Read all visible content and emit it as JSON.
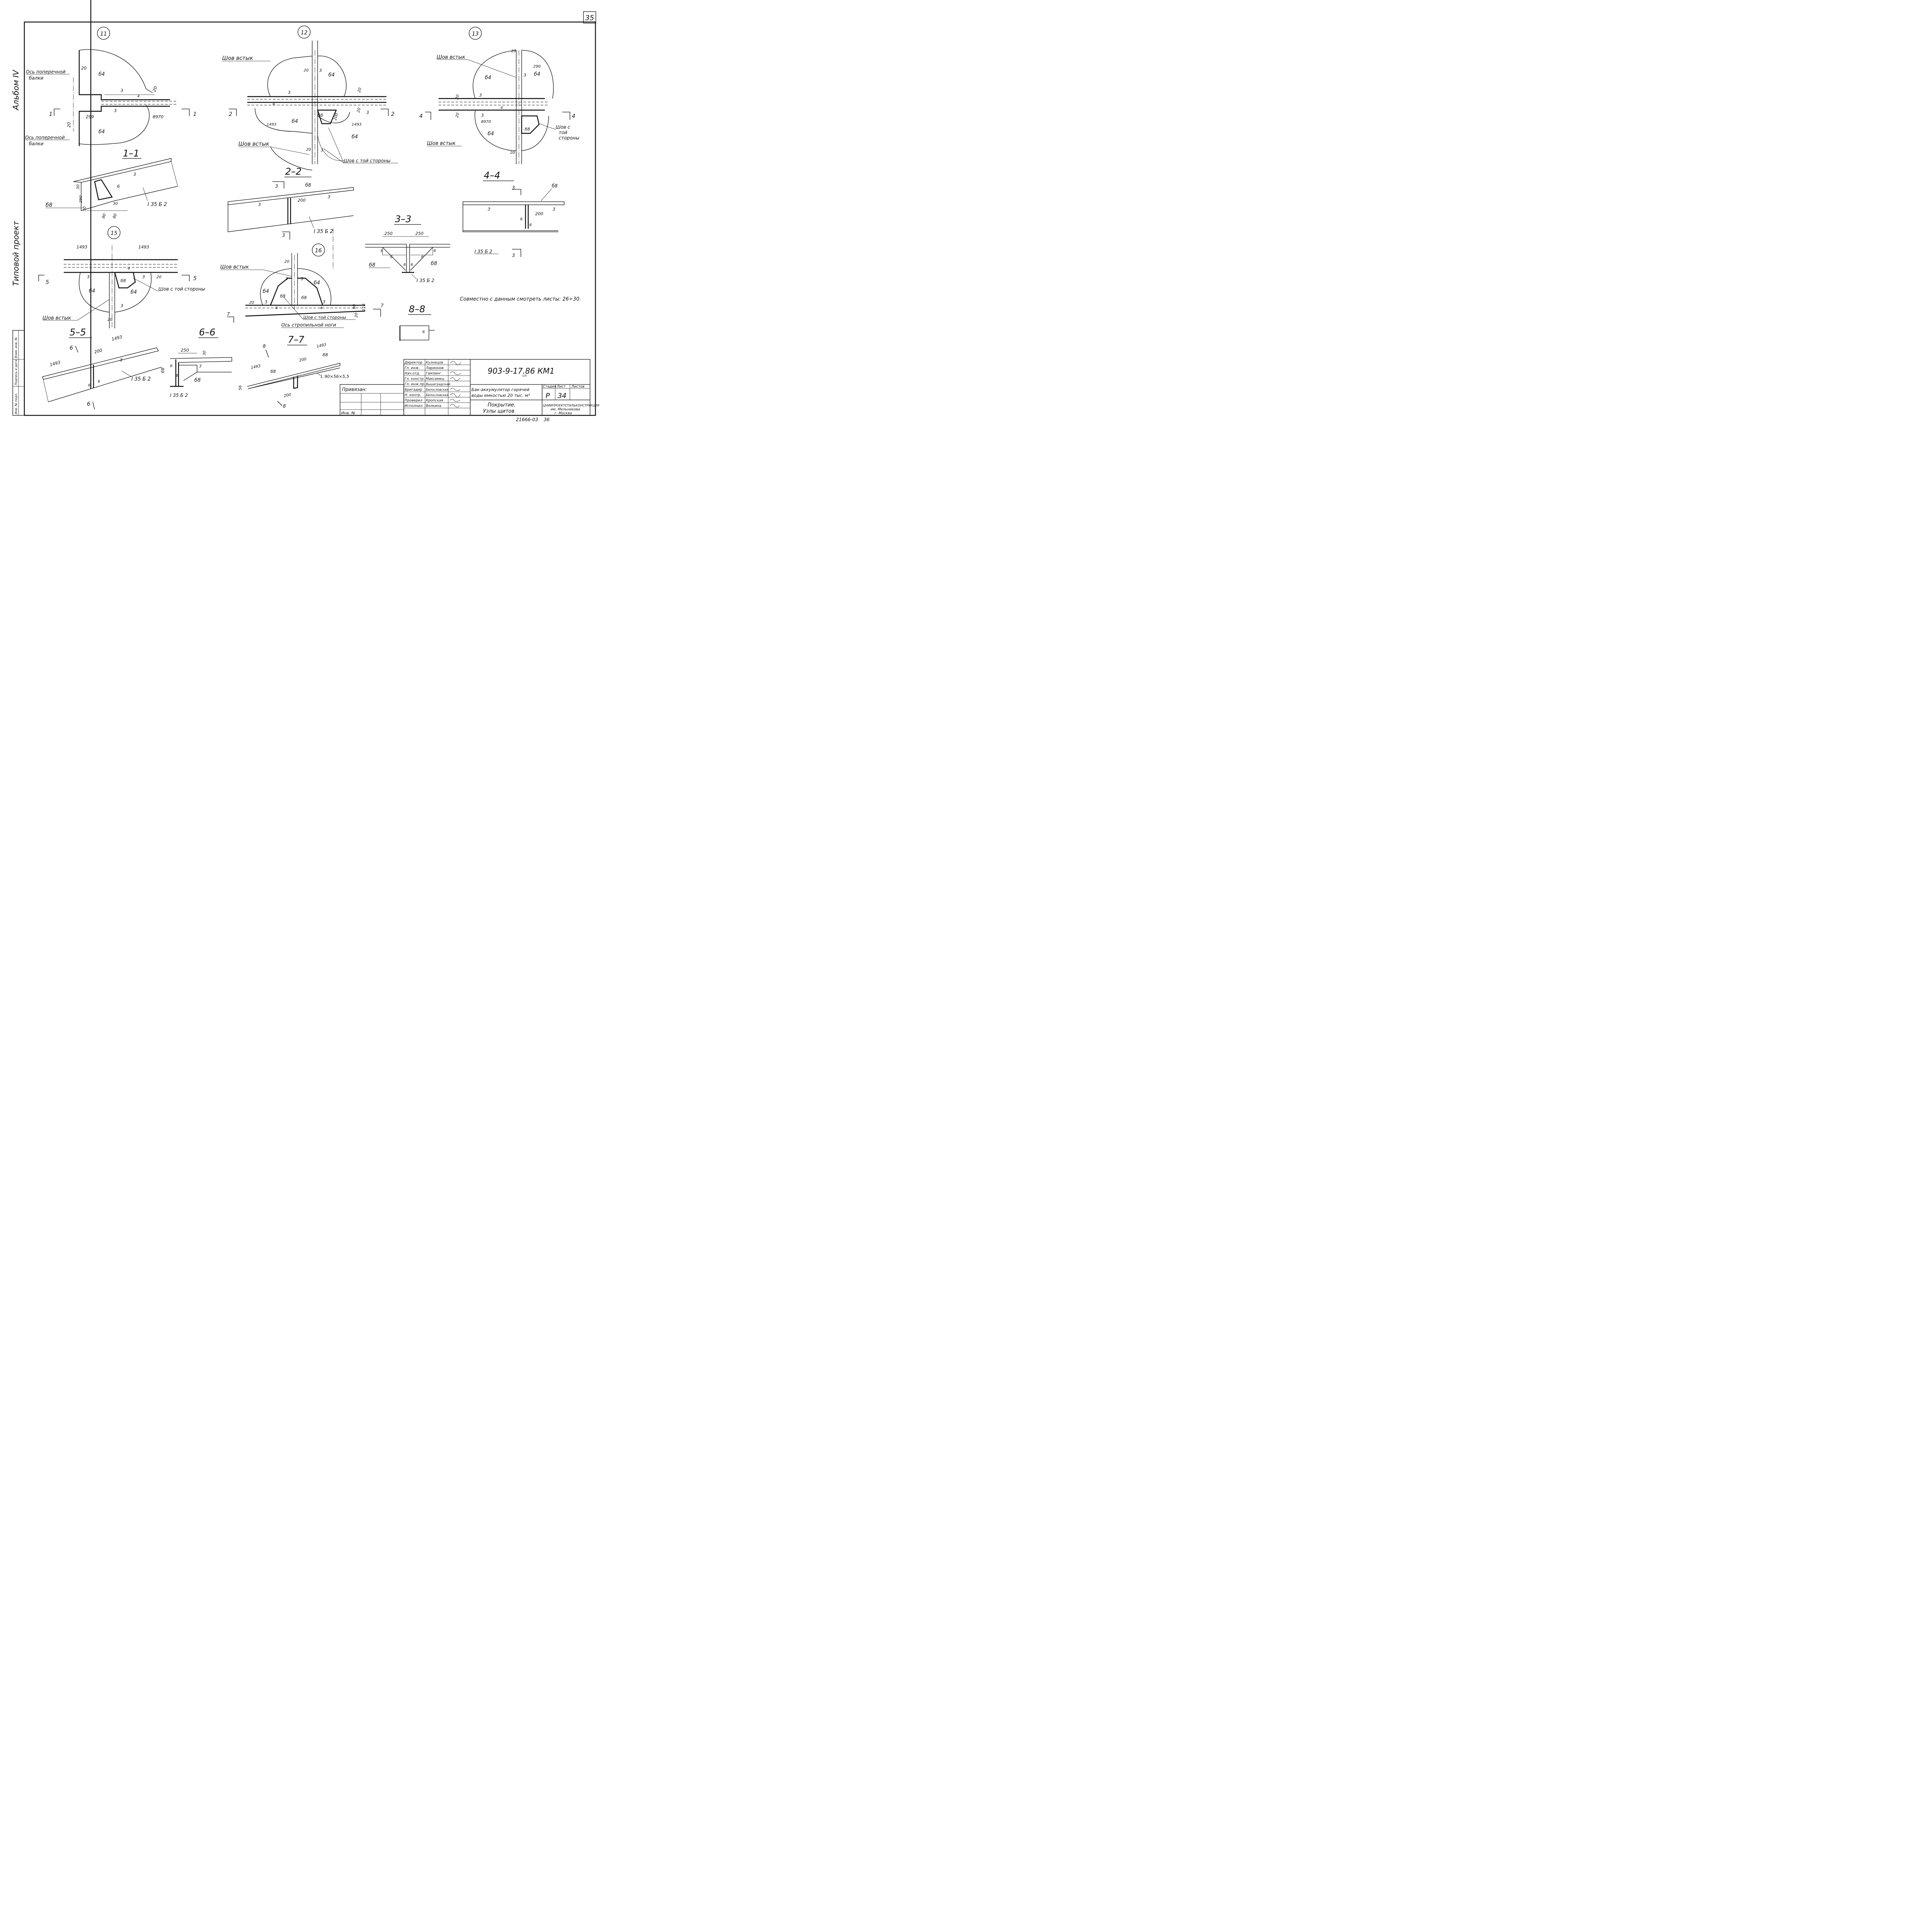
{
  "sheet": {
    "page_number": "35",
    "album_label": "Альбом IV",
    "project_label": "Типовой проект",
    "note": "Совместно с данным смотреть листы: 26÷30.",
    "archive_number": "21666-03",
    "archive_page": "36"
  },
  "nodes": {
    "n11": "11",
    "n12": "12",
    "n13": "13",
    "n15": "15",
    "n16": "16"
  },
  "sections": {
    "s1": "1–1",
    "s2": "2–2",
    "s3": "3–3",
    "s4": "4–4",
    "s5": "5–5",
    "s6": "6–6",
    "s7": "7–7",
    "s8": "8–8"
  },
  "cut_marks": {
    "one": "1",
    "two": "2",
    "three": "3",
    "four": "4",
    "five": "5",
    "six": "6",
    "seven": "7",
    "eight": "8"
  },
  "labels": {
    "axis_beam": "Ось поперечной",
    "axis_beam_2": "балки",
    "weld_butt": "Шов встык",
    "weld_other_side": "Шов с той стороны",
    "weld_other_side_a": "Шов с",
    "weld_other_side_b": "той",
    "weld_other_side_c": "стороны",
    "axis_rafter": "Ось стропильной ноги",
    "beam_i35": "I 35 Б 2",
    "angle": "L 90×56×5,5"
  },
  "dims": {
    "d20": "20",
    "d3": "3",
    "d4": "4",
    "d6": "6",
    "d7": "7",
    "d30": "30",
    "d56": "56",
    "d80": "80",
    "d90": "90",
    "d110": "110",
    "d200": "200",
    "d250": "250",
    "d290": "290",
    "d299": "299",
    "d1493": "1493",
    "d8970": "8970",
    "plate4": "б4",
    "plate8": "б8"
  },
  "title_block": {
    "roles": [
      "Директор",
      "Гл. инж.",
      "Нач.отд.",
      "Гл. констр.",
      "Гл. инж.пр.",
      "Бригадир",
      "Н. контр.",
      "Проверил",
      "Исполнил"
    ],
    "names": [
      "Кузнецов",
      "Ларионов",
      "Гамлинг",
      "Максимец",
      "Вышеградский",
      "Белословская",
      "Белословская",
      "Кропская",
      "Волкина"
    ],
    "tied_label": "Привязан:",
    "inv_label": "Инв. №",
    "code": "903-9-17.86 КМ1",
    "code_sub": "сп",
    "object_line1": "Бак-аккумулятор горячей",
    "object_line2": "воды емкостью 20 тыс. м³",
    "sheet_title_line1": "Покрытие.",
    "sheet_title_line2": "Узлы щитов",
    "stage_hdr": "Стадия",
    "sheet_hdr": "Лист",
    "sheets_hdr": "Листов",
    "stage": "Р",
    "sheet_no": "34",
    "org_line1": "ЦНИИПРОЕКТСТАЛЬКОНСТРУКЦИЯ",
    "org_line2": "им. Мельникова",
    "org_line3": "г. Москва"
  },
  "side_stamp": [
    "Инв. № подл.",
    "Подпись и дата",
    "Взам. инв. №"
  ]
}
